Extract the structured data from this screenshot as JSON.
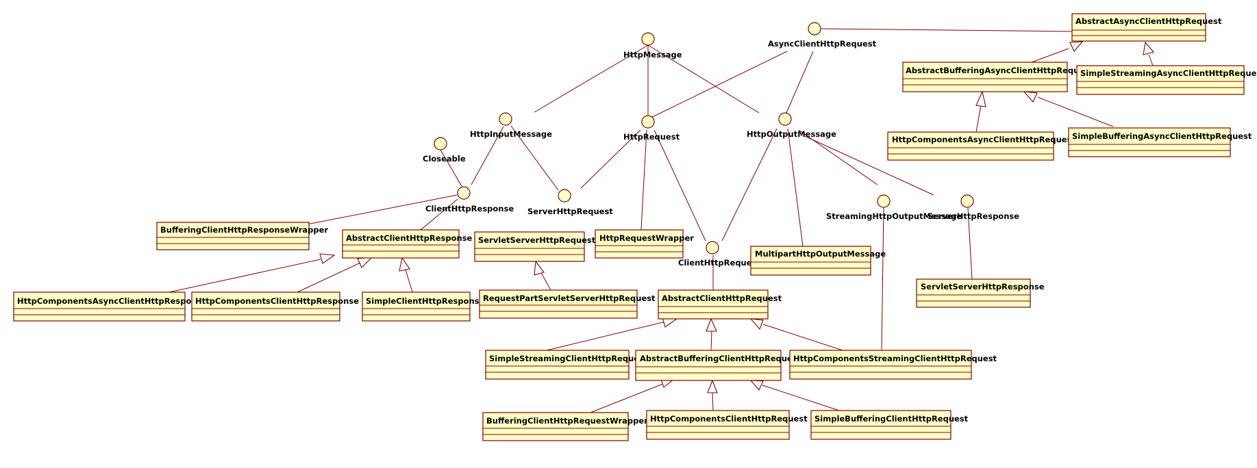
{
  "interfaces": [
    {
      "id": "HttpMessage",
      "label": "HttpMessage"
    },
    {
      "id": "AsyncClientHttpRequest",
      "label": "AsyncClientHttpRequest"
    },
    {
      "id": "HttpInputMessage",
      "label": "HttpInputMessage"
    },
    {
      "id": "HttpRequest",
      "label": "HttpRequest"
    },
    {
      "id": "HttpOutputMessage",
      "label": "HttpOutputMessage"
    },
    {
      "id": "Closeable",
      "label": "Closeable"
    },
    {
      "id": "ClientHttpResponse",
      "label": "ClientHttpResponse"
    },
    {
      "id": "ServerHttpRequest",
      "label": "ServerHttpRequest"
    },
    {
      "id": "ClientHttpRequest",
      "label": "ClientHttpRequest"
    },
    {
      "id": "StreamingHttpOutputMessage",
      "label": "StreamingHttpOutputMessage"
    },
    {
      "id": "ServerHttpResponse",
      "label": "ServerHttpResponse"
    }
  ],
  "classes": [
    {
      "id": "AbstractAsyncClientHttpRequest",
      "label": "AbstractAsyncClientHttpRequest"
    },
    {
      "id": "AbstractBufferingAsyncClientHttpRequest",
      "label": "AbstractBufferingAsyncClientHttpRequest"
    },
    {
      "id": "SimpleStreamingAsyncClientHttpRequest",
      "label": "SimpleStreamingAsyncClientHttpRequest"
    },
    {
      "id": "HttpComponentsAsyncClientHttpRequest",
      "label": "HttpComponentsAsyncClientHttpRequest"
    },
    {
      "id": "SimpleBufferingAsyncClientHttpRequest",
      "label": "SimpleBufferingAsyncClientHttpRequest"
    },
    {
      "id": "BufferingClientHttpResponseWrapper",
      "label": "BufferingClientHttpResponseWrapper"
    },
    {
      "id": "AbstractClientHttpResponse",
      "label": "AbstractClientHttpResponse"
    },
    {
      "id": "ServletServerHttpRequest",
      "label": "ServletServerHttpRequest"
    },
    {
      "id": "HttpRequestWrapper",
      "label": "HttpRequestWrapper"
    },
    {
      "id": "MultipartHttpOutputMessage",
      "label": "MultipartHttpOutputMessage"
    },
    {
      "id": "ServletServerHttpResponse",
      "label": "ServletServerHttpResponse"
    },
    {
      "id": "HttpComponentsAsyncClientHttpResponse",
      "label": "HttpComponentsAsyncClientHttpResponse"
    },
    {
      "id": "HttpComponentsClientHttpResponse",
      "label": "HttpComponentsClientHttpResponse"
    },
    {
      "id": "SimpleClientHttpResponse",
      "label": "SimpleClientHttpResponse"
    },
    {
      "id": "RequestPartServletServerHttpRequest",
      "label": "RequestPartServletServerHttpRequest"
    },
    {
      "id": "AbstractClientHttpRequest",
      "label": "AbstractClientHttpRequest"
    },
    {
      "id": "SimpleStreamingClientHttpRequest",
      "label": "SimpleStreamingClientHttpRequest"
    },
    {
      "id": "AbstractBufferingClientHttpRequest",
      "label": "AbstractBufferingClientHttpRequest"
    },
    {
      "id": "HttpComponentsStreamingClientHttpRequest",
      "label": "HttpComponentsStreamingClientHttpRequest"
    },
    {
      "id": "BufferingClientHttpRequestWrapper",
      "label": "BufferingClientHttpRequestWrapper"
    },
    {
      "id": "HttpComponentsClientHttpRequest",
      "label": "HttpComponentsClientHttpRequest"
    },
    {
      "id": "SimpleBufferingClientHttpRequest",
      "label": "SimpleBufferingClientHttpRequest"
    }
  ],
  "colors": {
    "box_fill": "#ffffc8",
    "stroke": "#800000"
  }
}
